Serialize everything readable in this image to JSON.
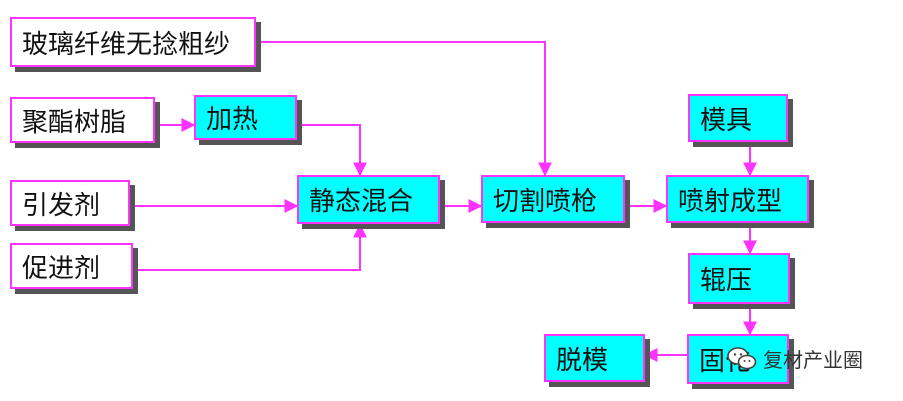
{
  "nodes": {
    "glass_fiber": "玻璃纤维无捻粗纱",
    "polyester_resin": "聚酯树脂",
    "heating": "加热",
    "initiator": "引发剂",
    "accelerator": "促进剂",
    "static_mixing": "静态混合",
    "cut_spray_gun": "切割喷枪",
    "mold": "模具",
    "spray_forming": "喷射成型",
    "rolling": "辊压",
    "curing": "固化",
    "demolding": "脱模"
  },
  "watermark": {
    "text": "复材产业圈"
  },
  "colors": {
    "line": "#ff33ff",
    "box_fill": "#00ffff",
    "shadow": "#555555"
  }
}
